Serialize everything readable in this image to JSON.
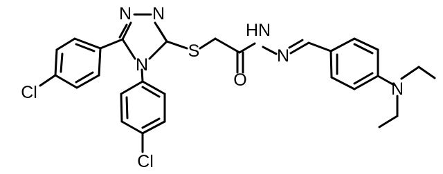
{
  "structure": {
    "atoms": {
      "triazole_n1": "N",
      "triazole_n2": "N",
      "triazole_n4": "N",
      "sulfur": "S",
      "hydrazide_nh": "N",
      "hydrazide_h": "H",
      "imine_n": "N",
      "carbonyl_o": "O",
      "amine_n": "N",
      "chloro_left": "Cl",
      "chloro_bottom": "Cl"
    }
  }
}
